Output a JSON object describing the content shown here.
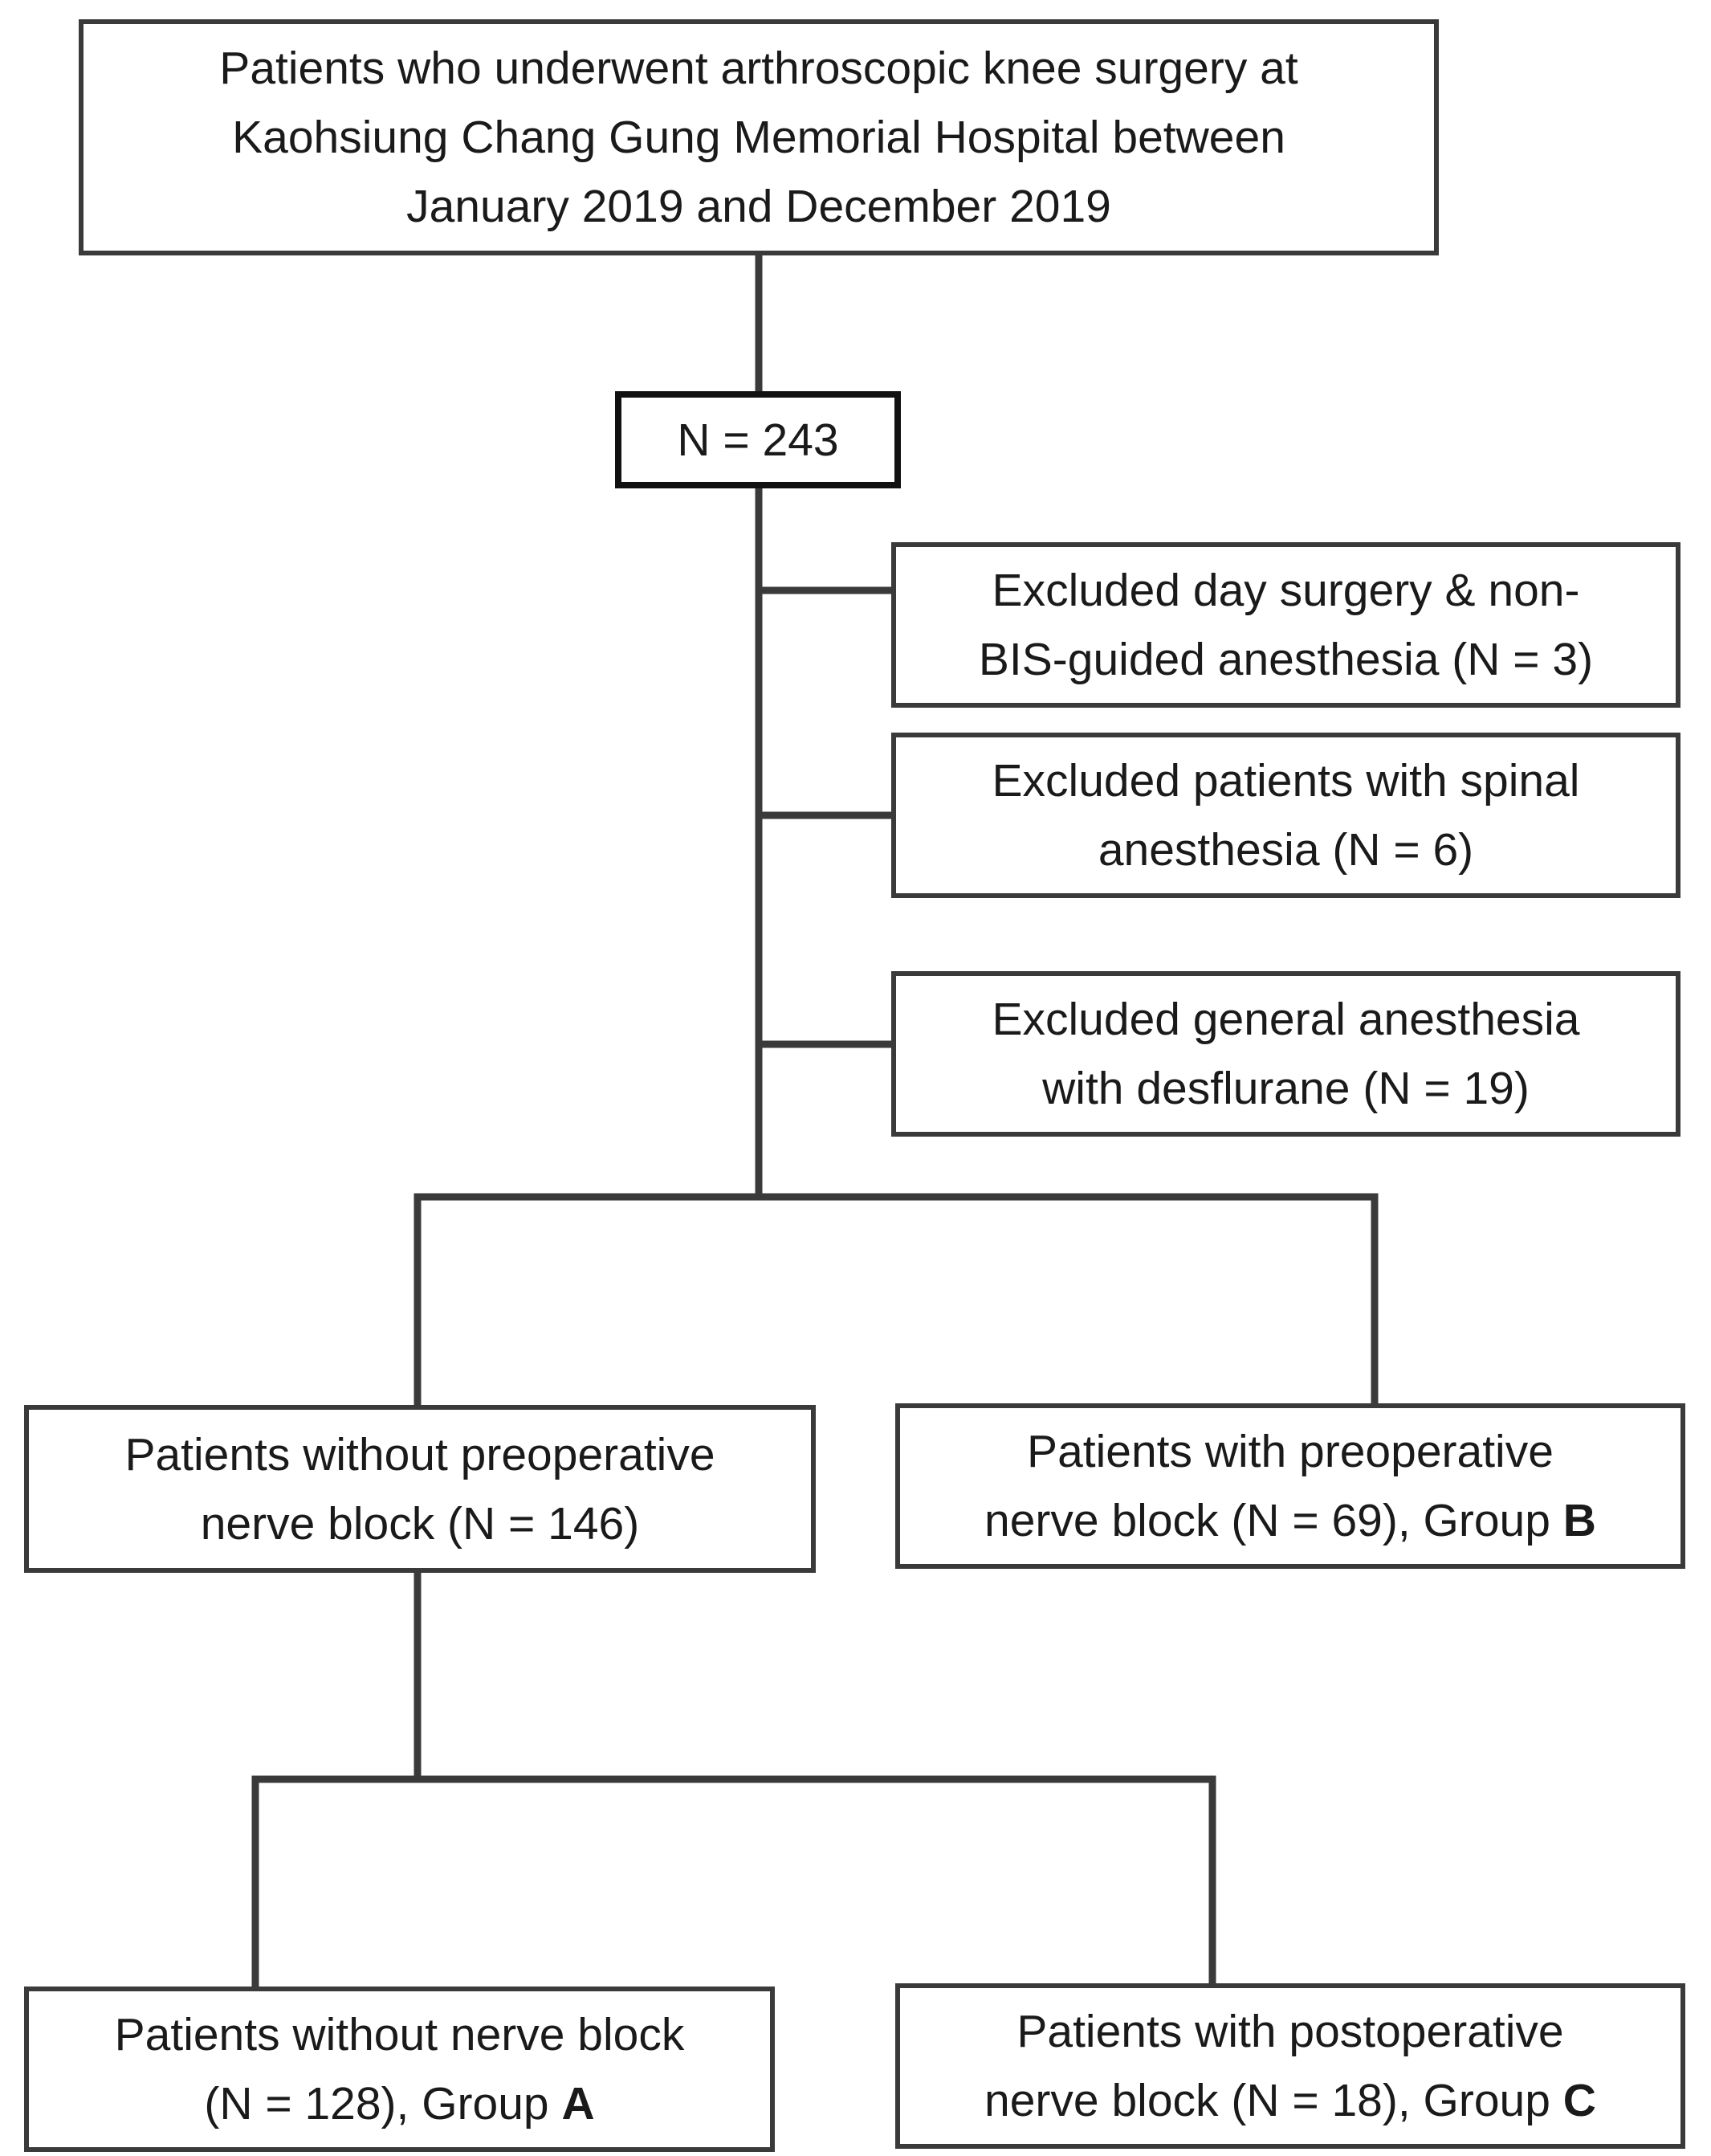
{
  "flowchart": {
    "source": {
      "line1": "Patients who underwent arthroscopic knee surgery at",
      "line2": "Kaohsiung Chang Gung Memorial Hospital between",
      "line3": "January 2019 and December 2019"
    },
    "total": {
      "label": "N = 243"
    },
    "exclusions": [
      {
        "line1": "Excluded day surgery & non-",
        "line2": "BIS-guided anesthesia (N = 3)"
      },
      {
        "line1": "Excluded patients with spinal",
        "line2": "anesthesia (N = 6)"
      },
      {
        "line1": "Excluded general anesthesia",
        "line2": "with desflurane (N = 19)"
      }
    ],
    "without_preop": {
      "line1": "Patients without preoperative",
      "line2": "nerve block (N = 146)"
    },
    "group_b": {
      "line1": "Patients with preoperative",
      "line2": "nerve block (N = 69), Group ",
      "letter": "B"
    },
    "group_a": {
      "line1": "Patients without nerve block",
      "line2": "(N = 128), Group ",
      "letter": "A"
    },
    "group_c": {
      "line1": "Patients with postoperative",
      "line2": "nerve block (N = 18), Group ",
      "letter": "C"
    }
  }
}
